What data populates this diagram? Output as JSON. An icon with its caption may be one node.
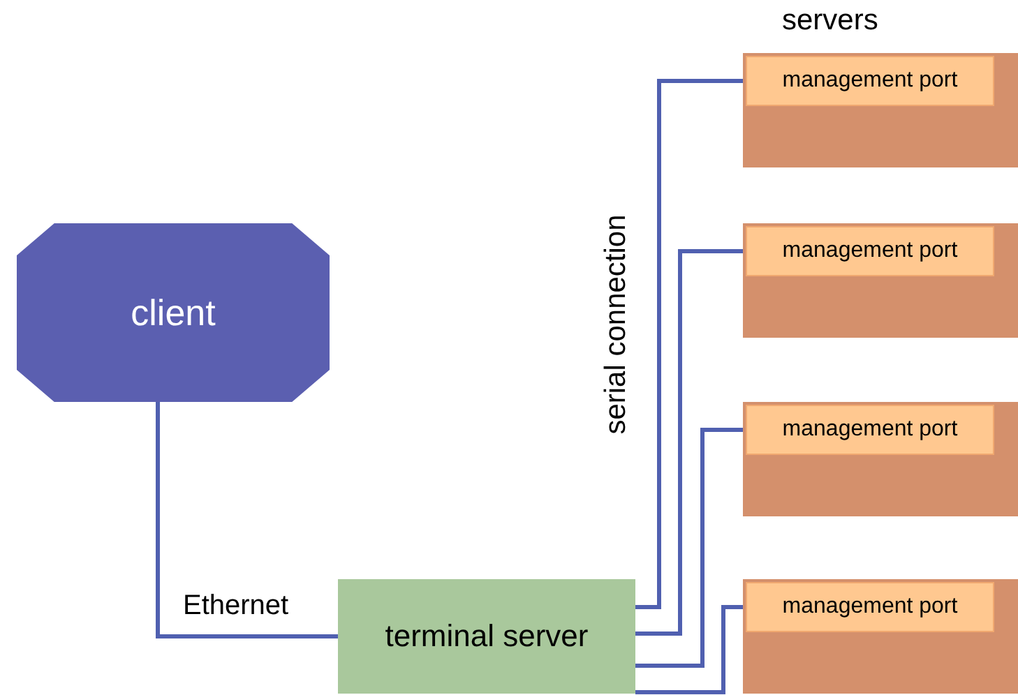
{
  "diagram": {
    "nodes": [
      {
        "text": [
          "client"
        ]
      },
      {
        "text": [
          "terminal server"
        ]
      },
      {
        "text": [],
        "shape": "box"
      },
      {
        "text": [
          "management port"
        ],
        "in": 2
      },
      {
        "text": [],
        "shape": "box"
      },
      {
        "text": [
          "management port"
        ],
        "in": 4
      },
      {
        "text": [],
        "shape": "box"
      },
      {
        "text": [
          "management port"
        ],
        "in": 6
      },
      {
        "text": [],
        "shape": "box"
      },
      {
        "text": [
          "management port"
        ],
        "in": 8
      }
    ],
    "edges": [
      {
        "from": 0,
        "to": 1,
        "arrow": "none",
        "label": "Ethernet"
      },
      {
        "from": 1,
        "to": 3,
        "arrow": "none"
      },
      {
        "from": 1,
        "to": 5,
        "arrow": "none"
      },
      {
        "from": 1,
        "to": 7,
        "arrow": "none"
      },
      {
        "from": 1,
        "to": 9,
        "arrow": "none"
      }
    ],
    "labels": [
      "servers",
      "serial connection"
    ]
  }
}
